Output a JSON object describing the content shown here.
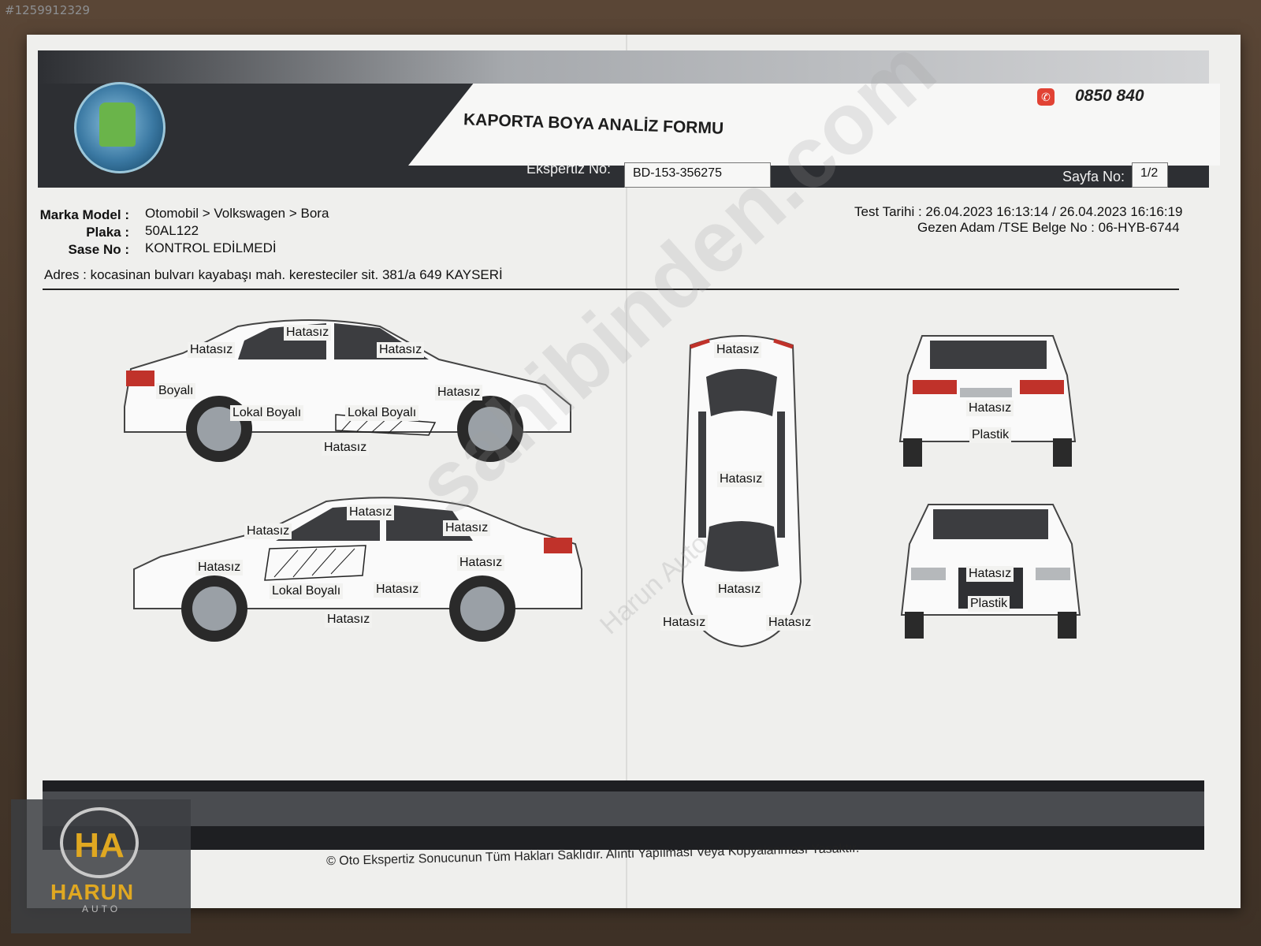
{
  "image_id": "#1259912329",
  "header": {
    "title": "KAPORTA BOYA ANALİZ FORMU",
    "phone": "0850 840",
    "ekspertiz_label": "Ekspertiz No:",
    "ekspertiz_no": "BD-153-356275",
    "sayfa_label": "Sayfa No:",
    "sayfa_no": "1/2"
  },
  "vehicle": {
    "marka_label": "Marka Model :",
    "marka_value": "Otomobil > Volkswagen > Bora",
    "plaka_label": "Plaka :",
    "plaka_value": "50AL122",
    "sase_label": "Sase No :",
    "sase_value": "KONTROL EDİLMEDİ",
    "adres": "Adres : kocasinan bulvarı kayabaşı mah. keresteciler sit. 381/a 649 KAYSERİ",
    "test_tarihi": "Test Tarihi : 26.04.2023 16:13:14 / 26.04.2023 16:16:19",
    "belge": "Gezen Adam  /TSE Belge No : 06-HYB-6744"
  },
  "labels": {
    "left_side": [
      "Hatasız",
      "Hatasız",
      "Hatasız",
      "Boyalı",
      "Hatasız",
      "Lokal Boyalı",
      "Lokal Boyalı",
      "Hatasız"
    ],
    "right_side": [
      "Hatasız",
      "Hatasız",
      "Hatasız",
      "Hatasız",
      "Hatasız",
      "Lokal Boyalı",
      "Hatasız",
      "Hatasız"
    ],
    "top_view": [
      "Hatasız",
      "Hatasız",
      "Hatasız",
      "Hatasız",
      "Hatasız"
    ],
    "rear_view": [
      "Hatasız",
      "Plastik"
    ],
    "front_view": [
      "Hatasız",
      "Plastik"
    ]
  },
  "footer": "© Oto Ekspertiz Sonucunun Tüm Hakları Saklıdır. Alıntı Yapılması Veya Kopyalanması Yasaktır.",
  "watermark": "sahibinden.com",
  "watermark_sub": "Harun Auto",
  "brand_logo": {
    "mark": "HA",
    "name": "HARUN",
    "sub": "AUTO"
  }
}
